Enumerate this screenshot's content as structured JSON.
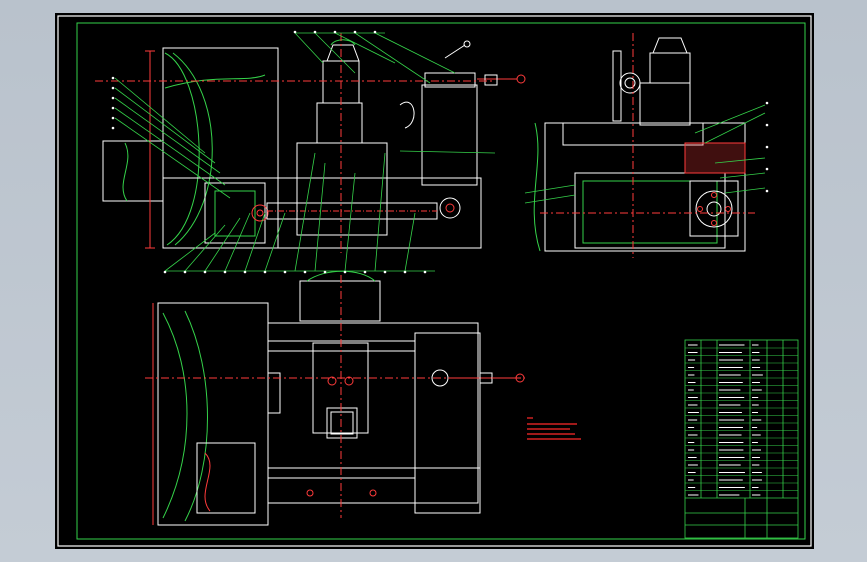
{
  "colors": {
    "background_outer": "#c4ccd5",
    "canvas": "#000000",
    "outline": "#ffffff",
    "dimension": "#ff3b3b",
    "leader": "#35d24a",
    "notes": "#ff2a2a",
    "title_block": "#35d24a"
  },
  "drawing": {
    "views": [
      "front-elevation",
      "side-section",
      "plan-view"
    ],
    "title_block_visible": true,
    "notes_visible": true
  }
}
